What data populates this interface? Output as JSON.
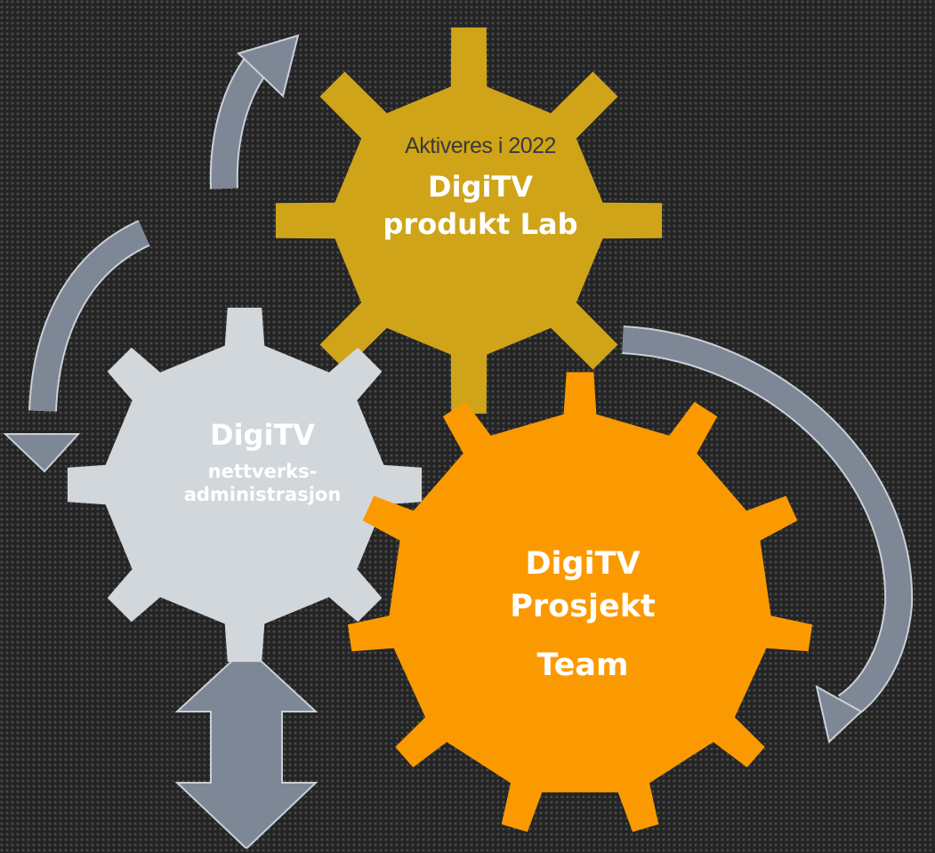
{
  "colors": {
    "background": "#242424",
    "gear_lab": "#cfa418",
    "gear_network": "#d2d7dc",
    "gear_project": "#fb9a00",
    "arrow": "#7d8795",
    "arrow_outline": "#c9d0d8"
  },
  "gears": {
    "lab": {
      "note": "Aktiveres i 2022",
      "title": "DigiTV",
      "subtitle": "produkt Lab"
    },
    "network": {
      "title": "DigiTV",
      "subtitle_line1": "nettverks-",
      "subtitle_line2": "administrasjon"
    },
    "project": {
      "title": "DigiTV",
      "subtitle": "Prosjekt",
      "subtitle2": "Team"
    }
  }
}
